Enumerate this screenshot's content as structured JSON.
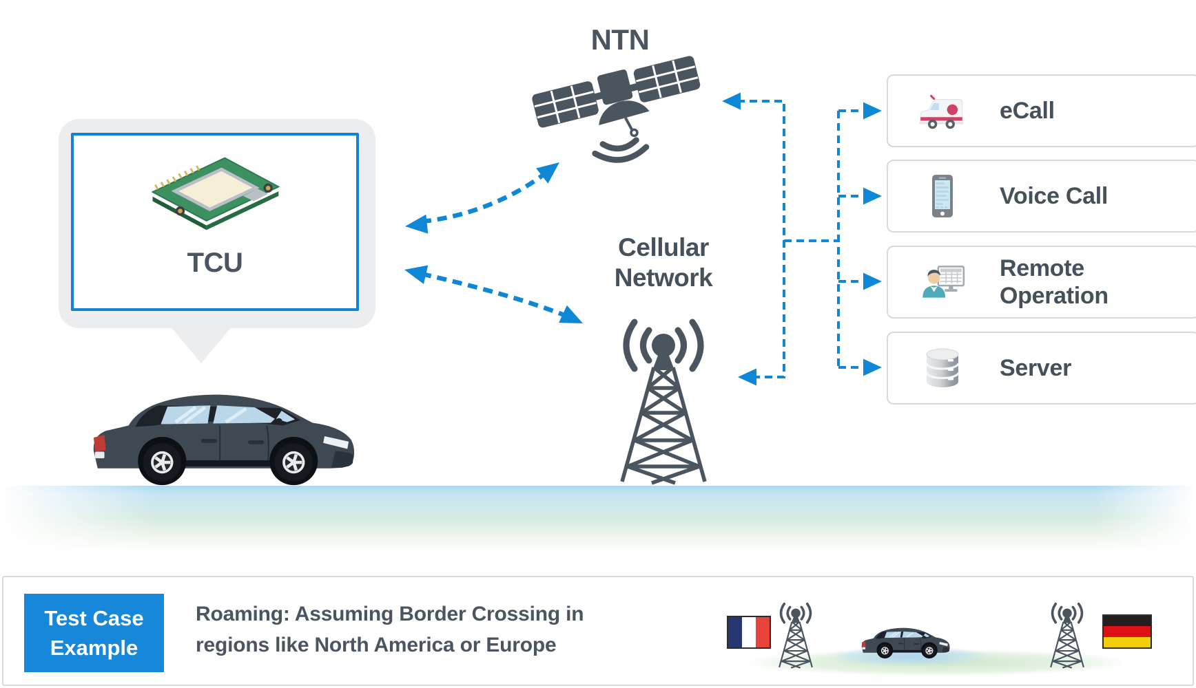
{
  "diagram": {
    "ntn_label": "NTN",
    "cellular_label_line1": "Cellular",
    "cellular_label_line2": "Network",
    "tcu_label": "TCU",
    "services": [
      {
        "label": "eCall",
        "icon": "ambulance-icon"
      },
      {
        "label": "Voice Call",
        "icon": "smartphone-icon"
      },
      {
        "label": "Remote Operation",
        "icon": "remote-operator-icon"
      },
      {
        "label": "Server",
        "icon": "database-icon"
      }
    ],
    "links": [
      "TCU-NTN",
      "TCU-Cellular Network",
      "NTN-services",
      "Cellular Network-services"
    ]
  },
  "footer": {
    "badge_line1": "Test Case",
    "badge_line2": "Example",
    "caption_line1": "Roaming: Assuming Border Crossing in",
    "caption_line2": "regions like North America or Europe",
    "flags": [
      "France",
      "Germany"
    ]
  },
  "colors": {
    "accent_blue": "#0f87d7",
    "badge_blue": "#1687d9",
    "tcu_border_blue": "#1182d4",
    "slate_icon": "#4a5560",
    "text": "#47515c",
    "card_border": "#d7dadd",
    "bubble_gray": "#ecedef",
    "ground_blue": "#a9d7ef",
    "ground_green": "#d5eae2"
  }
}
